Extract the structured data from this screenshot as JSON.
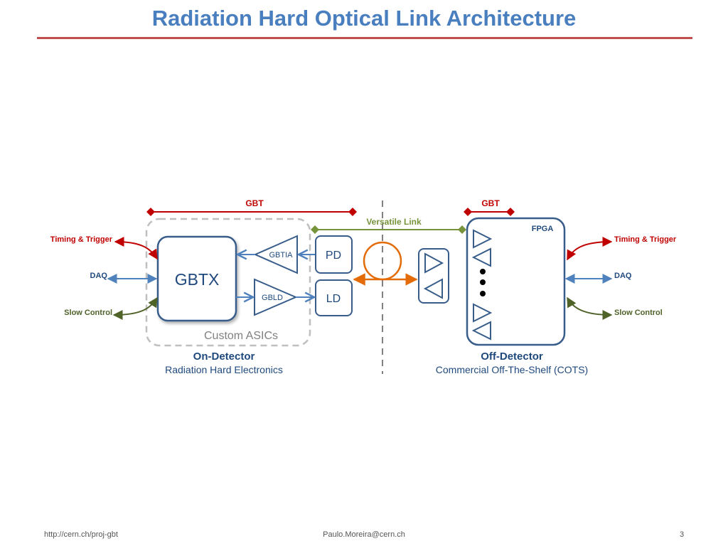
{
  "slide": {
    "title": "Radiation Hard Optical Link Architecture",
    "accent_color": "#c0504d",
    "title_color": "#4a7fbf"
  },
  "diagram": {
    "gbt_left_label": "GBT",
    "gbt_right_label": "GBT",
    "versatile_link_label": "Versatile Link",
    "fpga_label": "FPGA",
    "gbtx_label": "GBTX",
    "gbtia_label": "GBTIA",
    "gbld_label": "GBLD",
    "pd_label": "PD",
    "ld_label": "LD",
    "custom_asics_label": "Custom ASICs",
    "left_signals": {
      "timing_trigger": "Timing & Trigger",
      "daq": "DAQ",
      "slow_control": "Slow Control"
    },
    "right_signals": {
      "timing_trigger": "Timing & Trigger",
      "daq": "DAQ",
      "slow_control": "Slow Control"
    },
    "on_detector": {
      "title": "On-Detector",
      "subtitle": "Radiation Hard Electronics"
    },
    "off_detector": {
      "title": "Off-Detector",
      "subtitle": "Commercial Off-The-Shelf (COTS)"
    },
    "colors": {
      "red": "#c00000",
      "blue": "#4f81bd",
      "green": "#4f6228",
      "dark_blue": "#385d8a",
      "orange": "#e36c09",
      "gray": "#a6a6a6",
      "versatile_green": "#77933c"
    }
  },
  "footer": {
    "left": "http://cern.ch/proj-gbt",
    "center": "Paulo.Moreira@cern.ch",
    "page_number": "3"
  }
}
